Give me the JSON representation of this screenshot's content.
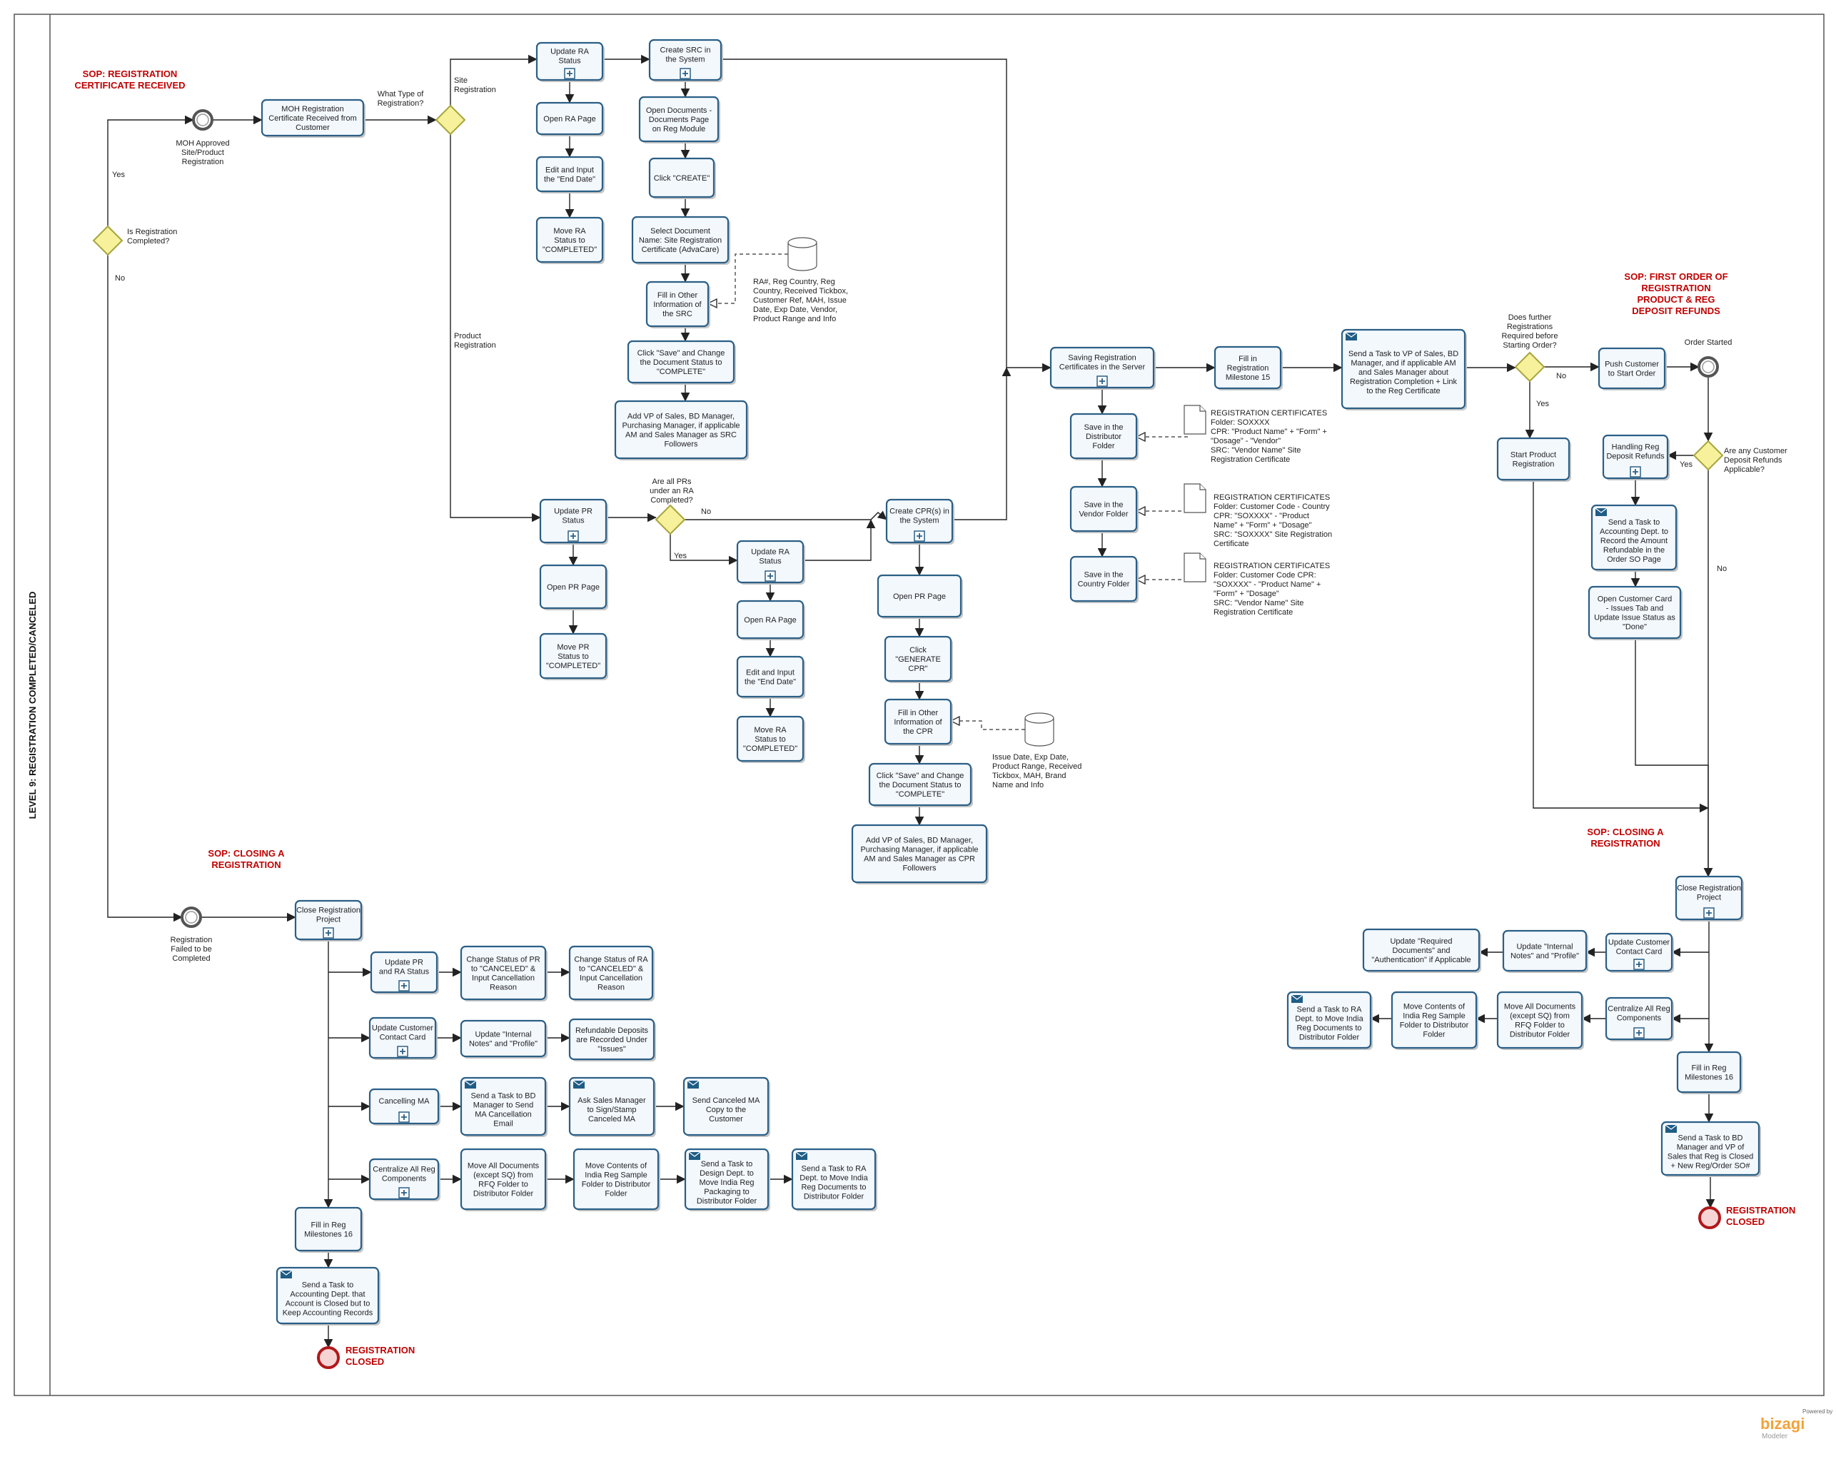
{
  "pool": {
    "title": "LEVEL 9: REGISTRATION COMPLETED/CANCELED"
  },
  "watermark": {
    "powered": "Powered by",
    "brand": "bizagi",
    "product": "Modeler"
  },
  "colors": {
    "task_border": "#2b5f86",
    "task_fill": "#f3f8fd",
    "gateway": "#f6f19a",
    "end_event": "#b0181b",
    "sop_label": "#c00000"
  },
  "tasks": [
    {
      "id": "moh_received",
      "lines": [
        "MOH Registration",
        "Certificate Received from",
        "Customer"
      ],
      "sub": false,
      "msg": false
    },
    {
      "id": "update_ra_status_1",
      "lines": [
        "Update RA",
        "Status"
      ],
      "sub": true,
      "msg": false
    },
    {
      "id": "open_ra_page_1",
      "lines": [
        "Open RA Page"
      ],
      "sub": false,
      "msg": false
    },
    {
      "id": "edit_end_date_1",
      "lines": [
        "Edit and Input",
        "the \"End Date\""
      ],
      "sub": false,
      "msg": false
    },
    {
      "id": "move_ra_completed_1",
      "lines": [
        "Move RA",
        "Status to",
        "\"COMPLETED\""
      ],
      "sub": false,
      "msg": false
    },
    {
      "id": "create_src",
      "lines": [
        "Create SRC in",
        "the System"
      ],
      "sub": true,
      "msg": false
    },
    {
      "id": "open_documents",
      "lines": [
        "Open Documents -",
        "Documents Page",
        "on Reg Module"
      ],
      "sub": false,
      "msg": false
    },
    {
      "id": "click_create",
      "lines": [
        "Click \"CREATE\""
      ],
      "sub": false,
      "msg": false
    },
    {
      "id": "select_document",
      "lines": [
        "Select Document",
        "Name: Site Registration",
        "Certificate (AdvaCare)"
      ],
      "sub": false,
      "msg": false
    },
    {
      "id": "fill_src",
      "lines": [
        "Fill in Other",
        "Information of",
        "the SRC"
      ],
      "sub": false,
      "msg": false
    },
    {
      "id": "save_src",
      "lines": [
        "Click  \"Save\" and Change",
        "the Document Status to",
        "\"COMPLETE\""
      ],
      "sub": false,
      "msg": false
    },
    {
      "id": "add_vp_src",
      "lines": [
        "Add VP of Sales, BD Manager,",
        "Purchasing Manager, if applicable",
        "AM and Sales Manager as SRC",
        "Followers"
      ],
      "sub": false,
      "msg": false
    },
    {
      "id": "update_pr_status",
      "lines": [
        "Update PR",
        "Status"
      ],
      "sub": true,
      "msg": false
    },
    {
      "id": "open_pr_page_1",
      "lines": [
        "Open PR Page"
      ],
      "sub": false,
      "msg": false
    },
    {
      "id": "move_pr_completed",
      "lines": [
        "Move PR",
        "Status to",
        "\"COMPLETED\""
      ],
      "sub": false,
      "msg": false
    },
    {
      "id": "update_ra_status_2",
      "lines": [
        "Update RA",
        "Status"
      ],
      "sub": true,
      "msg": false
    },
    {
      "id": "open_ra_page_2",
      "lines": [
        "Open RA Page"
      ],
      "sub": false,
      "msg": false
    },
    {
      "id": "edit_end_date_2",
      "lines": [
        "Edit and Input",
        "the \"End Date\""
      ],
      "sub": false,
      "msg": false
    },
    {
      "id": "move_ra_completed_2",
      "lines": [
        "Move RA",
        "Status to",
        "\"COMPLETED\""
      ],
      "sub": false,
      "msg": false
    },
    {
      "id": "create_cpr",
      "lines": [
        "Create CPR(s) in",
        "the System"
      ],
      "sub": true,
      "msg": false
    },
    {
      "id": "open_pr_page_2",
      "lines": [
        "Open PR Page"
      ],
      "sub": false,
      "msg": false
    },
    {
      "id": "click_generate",
      "lines": [
        "Click",
        "\"GENERATE",
        "CPR\""
      ],
      "sub": false,
      "msg": false
    },
    {
      "id": "fill_cpr",
      "lines": [
        "Fill in Other",
        "Information of",
        "the CPR"
      ],
      "sub": false,
      "msg": false
    },
    {
      "id": "save_cpr",
      "lines": [
        "Click  \"Save\" and Change",
        "the Document Status to",
        "\"COMPLETE\""
      ],
      "sub": false,
      "msg": false
    },
    {
      "id": "add_vp_cpr",
      "lines": [
        "Add VP of Sales, BD Manager,",
        "Purchasing Manager, if applicable",
        "AM and Sales Manager as CPR",
        "Followers"
      ],
      "sub": false,
      "msg": false
    },
    {
      "id": "saving_certs",
      "lines": [
        "Saving Registration",
        "Certificates in the Server"
      ],
      "sub": true,
      "msg": false
    },
    {
      "id": "save_distributor",
      "lines": [
        "Save in the",
        "Distributor",
        "Folder"
      ],
      "sub": false,
      "msg": false
    },
    {
      "id": "save_vendor",
      "lines": [
        "Save in the",
        "Vendor Folder"
      ],
      "sub": false,
      "msg": false
    },
    {
      "id": "save_country",
      "lines": [
        "Save in the",
        "Country Folder"
      ],
      "sub": false,
      "msg": false
    },
    {
      "id": "fill_ms15",
      "lines": [
        "Fill in",
        "Registration",
        "Milestone 15"
      ],
      "sub": false,
      "msg": false
    },
    {
      "id": "send_vp_task",
      "lines": [
        "Send a Task to VP of Sales, BD",
        "Manager, and if applicable AM",
        "and Sales Manager about",
        "Registration Completion + Link",
        "to the Reg Certificate"
      ],
      "sub": false,
      "msg": true
    },
    {
      "id": "push_customer",
      "lines": [
        "Push Customer",
        "to Start Order"
      ],
      "sub": false,
      "msg": false
    },
    {
      "id": "start_product_reg",
      "lines": [
        "Start Product",
        "Registration"
      ],
      "sub": false,
      "msg": false
    },
    {
      "id": "handling_refunds",
      "lines": [
        "Handling Reg",
        "Deposit Refunds"
      ],
      "sub": true,
      "msg": false
    },
    {
      "id": "send_accounting_refund",
      "lines": [
        "Send a Task to",
        "Accounting Dept. to",
        "Record the Amount",
        "Refundable in the",
        "Order SO Page"
      ],
      "sub": false,
      "msg": true
    },
    {
      "id": "open_customer_card",
      "lines": [
        "Open Customer Card",
        "- Issues Tab and",
        "Update Issue Status as",
        "\"Done\""
      ],
      "sub": false,
      "msg": false
    },
    {
      "id": "close_reg_right",
      "lines": [
        "Close Registration",
        "Project"
      ],
      "sub": true,
      "msg": false
    },
    {
      "id": "update_contact_right",
      "lines": [
        "Update Customer",
        "Contact Card"
      ],
      "sub": true,
      "msg": false
    },
    {
      "id": "update_notes_right",
      "lines": [
        "Update \"Internal",
        "Notes\" and \"Profile\""
      ],
      "sub": false,
      "msg": false
    },
    {
      "id": "update_required_docs",
      "lines": [
        "Update \"Required",
        "Documents\" and",
        "\"Authentication\" if Applicable"
      ],
      "sub": false,
      "msg": false
    },
    {
      "id": "centralize_right",
      "lines": [
        "Centralize All Reg",
        "Components"
      ],
      "sub": true,
      "msg": false
    },
    {
      "id": "move_docs_right",
      "lines": [
        "Move All Documents",
        "(except SQ) from",
        "RFQ Folder to",
        "Distributor Folder"
      ],
      "sub": false,
      "msg": false
    },
    {
      "id": "move_india_right",
      "lines": [
        "Move Contents of",
        "India Reg Sample",
        "Folder to Distributor",
        "Folder"
      ],
      "sub": false,
      "msg": false
    },
    {
      "id": "send_ra_right",
      "lines": [
        "Send a Task to RA",
        "Dept. to Move India",
        "Reg Documents to",
        "Distributor Folder"
      ],
      "sub": false,
      "msg": true
    },
    {
      "id": "fill_ms16_right",
      "lines": [
        "Fill in Reg",
        "Milestones 16"
      ],
      "sub": false,
      "msg": false
    },
    {
      "id": "send_bd_vp",
      "lines": [
        "Send a Task to BD",
        "Manager and VP of",
        "Sales that Reg is Closed",
        "+ New Reg/Order SO#"
      ],
      "sub": false,
      "msg": true
    },
    {
      "id": "close_reg_left",
      "lines": [
        "Close Registration",
        "Project"
      ],
      "sub": true,
      "msg": false
    },
    {
      "id": "update_pr_ra",
      "lines": [
        "Update PR",
        "and RA Status"
      ],
      "sub": true,
      "msg": false
    },
    {
      "id": "pr_canceled",
      "lines": [
        "Change Status of PR",
        "to \"CANCELED\" &",
        "Input Cancellation",
        "Reason"
      ],
      "sub": false,
      "msg": false
    },
    {
      "id": "ra_canceled",
      "lines": [
        "Change Status of RA",
        "to \"CANCELED\" &",
        "Input Cancellation",
        "Reason"
      ],
      "sub": false,
      "msg": false
    },
    {
      "id": "update_contact_left",
      "lines": [
        "Update Customer",
        "Contact Card"
      ],
      "sub": true,
      "msg": false
    },
    {
      "id": "update_notes_left",
      "lines": [
        "Update \"Internal",
        "Notes\" and \"Profile\""
      ],
      "sub": false,
      "msg": false
    },
    {
      "id": "refundable_deposits",
      "lines": [
        "Refundable Deposits",
        "are Recorded Under",
        "\"Issues\""
      ],
      "sub": false,
      "msg": false
    },
    {
      "id": "cancelling_ma",
      "lines": [
        "Cancelling MA"
      ],
      "sub": true,
      "msg": false
    },
    {
      "id": "send_bd_cancel",
      "lines": [
        "Send a Task to BD",
        "Manager to Send",
        "MA Cancellation",
        "Email"
      ],
      "sub": false,
      "msg": true
    },
    {
      "id": "ask_sales_manager",
      "lines": [
        "Ask Sales Manager",
        "to Sign/Stamp",
        "Canceled MA"
      ],
      "sub": false,
      "msg": true
    },
    {
      "id": "send_canceled_ma",
      "lines": [
        "Send Canceled MA",
        "Copy to the",
        "Customer"
      ],
      "sub": false,
      "msg": true
    },
    {
      "id": "centralize_left",
      "lines": [
        "Centralize All Reg",
        "Components"
      ],
      "sub": true,
      "msg": false
    },
    {
      "id": "move_docs_left",
      "lines": [
        "Move All Documents",
        "(except SQ) from",
        "RFQ Folder to",
        "Distributor Folder"
      ],
      "sub": false,
      "msg": false
    },
    {
      "id": "move_india_left",
      "lines": [
        "Move Contents of",
        "India Reg Sample",
        "Folder to Distributor",
        "Folder"
      ],
      "sub": false,
      "msg": false
    },
    {
      "id": "send_design",
      "lines": [
        "Send a Task to",
        "Design Dept. to",
        "Move India Reg",
        "Packaging to",
        "Distributor Folder"
      ],
      "sub": false,
      "msg": true
    },
    {
      "id": "send_ra_left",
      "lines": [
        "Send a Task to RA",
        "Dept. to Move India",
        "Reg Documents to",
        "Distributor Folder"
      ],
      "sub": false,
      "msg": true
    },
    {
      "id": "fill_ms16_left",
      "lines": [
        "Fill in Reg",
        "Milestones 16"
      ],
      "sub": false,
      "msg": false
    },
    {
      "id": "send_accounting_close",
      "lines": [
        "Send a Task to",
        "Accounting Dept. that",
        "Account is Closed but to",
        "Keep Accounting Records"
      ],
      "sub": false,
      "msg": true
    }
  ],
  "gateways": [
    {
      "id": "gw_completed",
      "lines": [
        "Is Registration",
        "Completed?"
      ]
    },
    {
      "id": "gw_type",
      "lines": [
        "What Type of",
        "Registration?"
      ]
    },
    {
      "id": "gw_prs",
      "lines": [
        "Are all PRs",
        "under an RA",
        "Completed?"
      ]
    },
    {
      "id": "gw_further",
      "lines": [
        "Does further",
        "Registrations",
        "Required before",
        "Starting Order?"
      ]
    },
    {
      "id": "gw_deposit",
      "lines": [
        "Are any Customer",
        "Deposit Refunds",
        "Applicable?"
      ]
    }
  ],
  "events": [
    {
      "id": "ev_moh",
      "kind": "start",
      "lines": [
        "MOH Approved",
        "Site/Product",
        "Registration"
      ]
    },
    {
      "id": "ev_failed",
      "kind": "start",
      "lines": [
        "Registration",
        "Failed to be",
        "Completed"
      ]
    },
    {
      "id": "ev_order",
      "kind": "start",
      "lines": [
        "Order Started"
      ]
    },
    {
      "id": "ev_closed_right",
      "kind": "end",
      "lines": [
        "REGISTRATION",
        "CLOSED"
      ]
    },
    {
      "id": "ev_closed_left",
      "kind": "end",
      "lines": [
        "REGISTRATION",
        "CLOSED"
      ]
    }
  ],
  "sop_labels": [
    {
      "id": "sop_received",
      "lines": [
        "SOP: REGISTRATION",
        "CERTIFICATE RECEIVED"
      ]
    },
    {
      "id": "sop_closing_left",
      "lines": [
        "SOP: CLOSING A",
        "REGISTRATION"
      ]
    },
    {
      "id": "sop_first_order",
      "lines": [
        "SOP: FIRST ORDER OF",
        "REGISTRATION",
        "PRODUCT & REG",
        "DEPOSIT REFUNDS"
      ]
    },
    {
      "id": "sop_closing_right",
      "lines": [
        "SOP: CLOSING A",
        "REGISTRATION"
      ]
    }
  ],
  "flow_labels": [
    {
      "id": "yes_completed",
      "lines": [
        "Yes"
      ]
    },
    {
      "id": "no_completed",
      "lines": [
        "No"
      ]
    },
    {
      "id": "site_reg",
      "lines": [
        "Site",
        "Registration"
      ]
    },
    {
      "id": "product_reg",
      "lines": [
        "Product",
        "Registration"
      ]
    },
    {
      "id": "no_prs",
      "lines": [
        "No"
      ]
    },
    {
      "id": "yes_prs",
      "lines": [
        "Yes"
      ]
    },
    {
      "id": "no_further",
      "lines": [
        "No"
      ]
    },
    {
      "id": "yes_further",
      "lines": [
        "Yes"
      ]
    },
    {
      "id": "yes_deposit",
      "lines": [
        "Yes"
      ]
    },
    {
      "id": "no_deposit",
      "lines": [
        "No"
      ]
    }
  ],
  "annotations": [
    {
      "id": "note_src",
      "lines": [
        "RA#, Reg Country, Reg",
        "Country, Received Tickbox,",
        "Customer Ref, MAH, Issue",
        "Date, Exp Date, Vendor,",
        "Product Range and Info"
      ]
    },
    {
      "id": "note_cpr",
      "lines": [
        "Issue Date, Exp Date,",
        "Product Range, Received",
        "Tickbox, MAH, Brand",
        "Name and Info"
      ]
    },
    {
      "id": "note_distributor",
      "lines": [
        "REGISTRATION CERTIFICATES",
        "Folder: SOXXXX",
        "CPR: \"Product Name\" + \"Form\" +",
        "\"Dosage\" - \"Vendor\"",
        "SRC: \"Vendor Name\" Site",
        "Registration Certificate"
      ]
    },
    {
      "id": "note_vendor",
      "lines": [
        "REGISTRATION CERTIFICATES",
        "Folder: Customer Code - Country",
        "CPR: \"SOXXXX\" - \"Product",
        "Name\" + \"Form\" + \"Dosage\"",
        "SRC: \"SOXXXX\" Site Registration",
        "Certificate"
      ]
    },
    {
      "id": "note_country",
      "lines": [
        "REGISTRATION CERTIFICATES",
        "Folder: Customer Code CPR:",
        "\"SOXXXX\" - \"Product  Name\" +",
        "\"Form\" + \"Dosage\"",
        "SRC: \"Vendor Name\" Site",
        "Registration Certificate"
      ]
    }
  ]
}
